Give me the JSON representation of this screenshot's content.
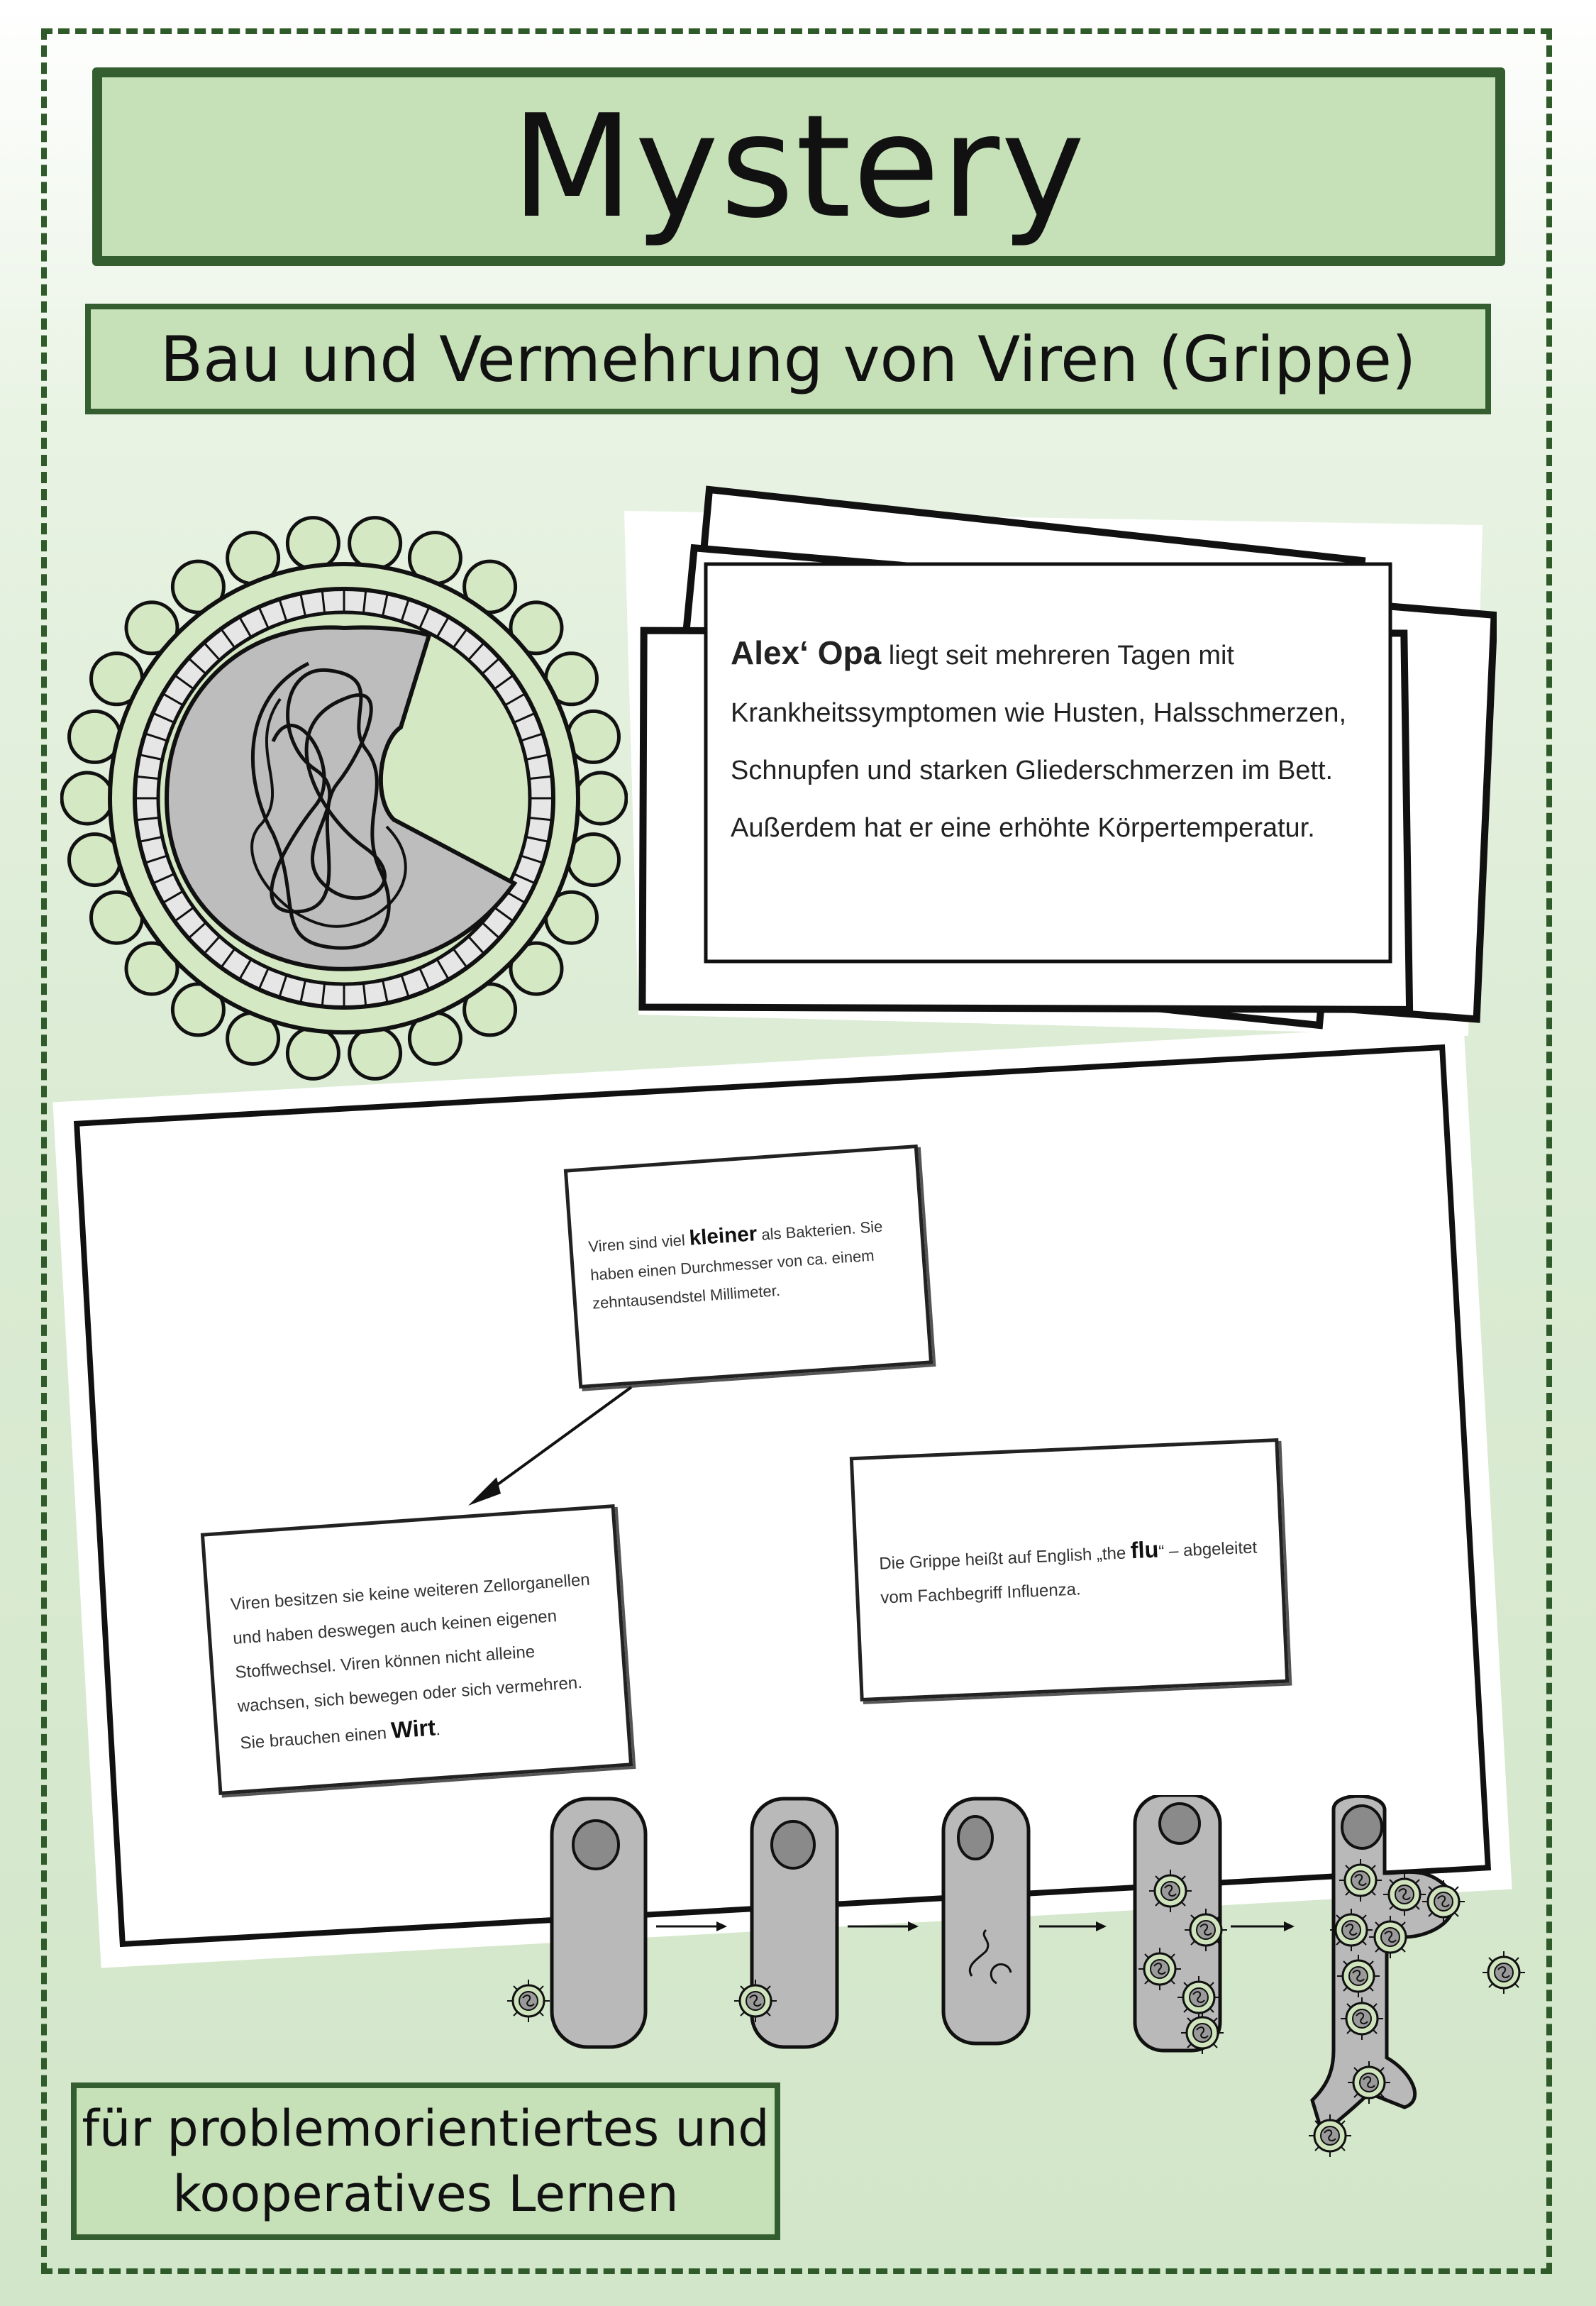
{
  "title": "Mystery",
  "subtitle": "Bau und Vermehrung von Viren (Grippe)",
  "story_card": {
    "lead": "Alex‘ Opa",
    "rest": " liegt seit mehreren Tagen mit Krankheitssymptomen wie Husten, Halsschmerzen, Schnupfen und starken Gliederschmerzen im Bett. Außerdem hat er eine erhöhte Körpertemperatur."
  },
  "notes": {
    "size": {
      "pre": "Viren sind viel ",
      "bold": "kleiner",
      "post": " als Bakterien. Sie haben einen Durchmesser von ca. einem zehntausendstel Millimeter."
    },
    "host": {
      "pre": "Viren besitzen sie keine weiteren Zellorganellen und haben deswegen auch keinen eigenen Stoffwechsel. Viren können nicht alleine wachsen, sich bewegen oder sich vermehren. Sie brauchen einen ",
      "bold": "Wirt",
      "post": "."
    },
    "flu": {
      "pre": "Die Grippe heißt auf English „the ",
      "bold": "flu",
      "post": "“ – abgeleitet vom Fachbegriff Influenza."
    }
  },
  "footer": {
    "line1": "für problemorientiertes und",
    "line2": "kooperatives Lernen"
  },
  "colors": {
    "frame_green": "#355e30",
    "box_fill": "#c6e0b8",
    "virus_fill": "#d5e8c4",
    "cell_gray": "#b9b9b9"
  },
  "icons": [
    "influenza-virus-icon",
    "index-cards-icon",
    "virus-replication-cycle-icon"
  ]
}
